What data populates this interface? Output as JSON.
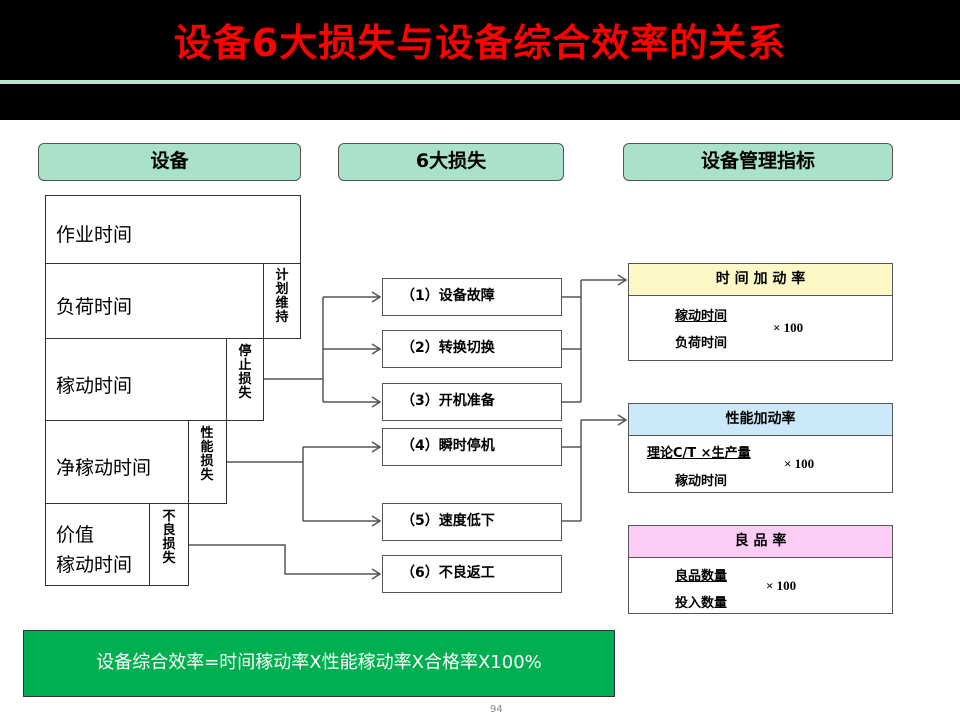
{
  "title": "设备6大损失与设备综合效率的关系",
  "headers": {
    "equipment": "设备",
    "losses": "6大损失",
    "indicators": "设备管理指标"
  },
  "equipment_blocks": [
    {
      "label": "作业时间"
    },
    {
      "label": "负荷时间",
      "side_label": "计划维持"
    },
    {
      "label": "稼动时间",
      "side_label": "停止损失"
    },
    {
      "label": "净稼动时间",
      "side_label": "性能损失"
    },
    {
      "label_line1": "价值",
      "label_line2": "稼动时间",
      "side_label": "不良损失"
    }
  ],
  "six_losses": [
    {
      "label": "（1）设备故障"
    },
    {
      "label": "（2）转换切换"
    },
    {
      "label": "（3）开机准备"
    },
    {
      "label": "（4）瞬时停机"
    },
    {
      "label": "（5）速度低下"
    },
    {
      "label": "（6）不良返工"
    }
  ],
  "indicators": [
    {
      "title": "时 间 加 动 率",
      "numerator": "稼动时间",
      "denominator": "负荷时间",
      "multiplier": "× 100",
      "header_color": "#fdf8c6"
    },
    {
      "title": "性能加动率",
      "numerator": "理论C/T ×生产量",
      "denominator": "稼动时间",
      "multiplier": "× 100",
      "header_color": "#cce9fa"
    },
    {
      "title": "良 品 率",
      "numerator": "良品数量",
      "denominator": "投入数量",
      "multiplier": "× 100",
      "header_color": "#fbcdf5"
    }
  ],
  "formula": "设备综合效率=时间稼动率X性能稼动率X合格率X100%",
  "page_number": "94"
}
